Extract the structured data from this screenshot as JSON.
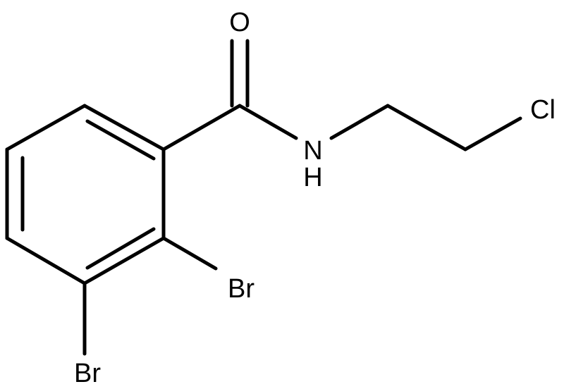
{
  "molecule": {
    "atoms": {
      "oxygen": "O",
      "nitrogen": "N",
      "hydrogen": "H",
      "chlorine": "Cl",
      "bromine_2": "Br",
      "bromine_3": "Br"
    }
  },
  "colors": {
    "bond": "#000000",
    "label": "#000000",
    "background": "#ffffff"
  }
}
